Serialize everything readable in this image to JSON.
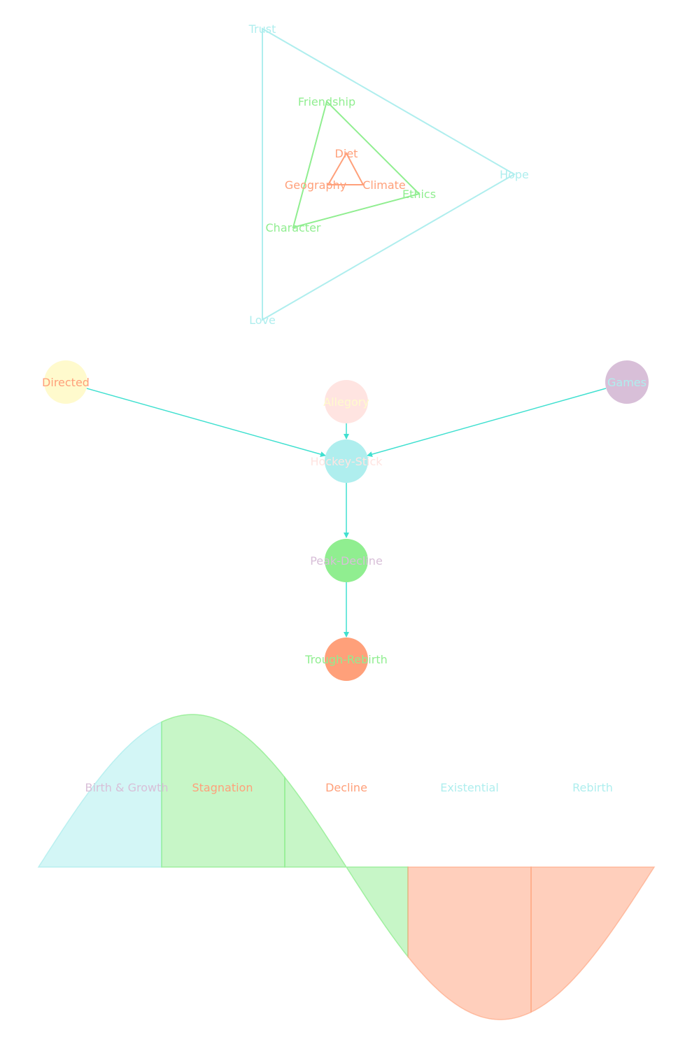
{
  "colors": {
    "cyan": "#afeeee",
    "green": "#90ee90",
    "salmon": "#ffa07a",
    "thistle": "#d8bfd8",
    "cream": "#fffacd",
    "rose": "#ffe4e1",
    "edge": "#40e0d0"
  },
  "triangles": {
    "outer": {
      "labels": [
        "Trust",
        "Hope",
        "Love"
      ]
    },
    "middle": {
      "labels": [
        "Friendship",
        "Ethics",
        "Character"
      ]
    },
    "inner": {
      "labels": [
        "Diet",
        "Climate",
        "Geography"
      ]
    }
  },
  "flow": {
    "nodes": {
      "directed": "Directed",
      "allegory": "Allegory",
      "games": "Games",
      "hockey_stick": "Hockey-Stick",
      "peak_decline": "Peak-Decline",
      "trough_rebirth": "Trough-Rebirth"
    },
    "edges": [
      [
        "directed",
        "hockey_stick"
      ],
      [
        "allegory",
        "hockey_stick"
      ],
      [
        "games",
        "hockey_stick"
      ],
      [
        "hockey_stick",
        "peak_decline"
      ],
      [
        "peak_decline",
        "trough_rebirth"
      ]
    ]
  },
  "wave": {
    "stages": [
      "Birth & Growth",
      "Stagnation",
      "Decline",
      "Existential",
      "Rebirth"
    ]
  }
}
